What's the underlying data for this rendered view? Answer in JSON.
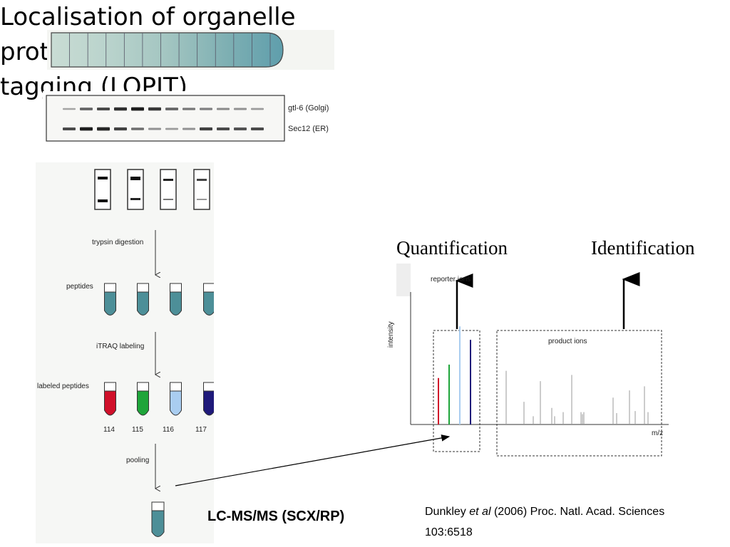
{
  "slide": {
    "title": "Localisation of organelle proteins using isotope tagging (LOPIT)"
  },
  "gradient": {
    "tube_segments": 13,
    "colors": [
      "#c9dcd4",
      "#b9d3cc",
      "#a3c5c1",
      "#7fb0b3",
      "#5f9eac"
    ]
  },
  "western_blot": {
    "bands": [
      {
        "label": "gtl-6 (Golgi)",
        "intensities": [
          0.2,
          0.55,
          0.7,
          0.85,
          0.95,
          0.8,
          0.55,
          0.45,
          0.4,
          0.35,
          0.3,
          0.25
        ]
      },
      {
        "label": "Sec12 (ER)",
        "intensities": [
          0.7,
          0.95,
          0.9,
          0.75,
          0.5,
          0.3,
          0.25,
          0.3,
          0.75,
          0.7,
          0.65,
          0.7
        ]
      }
    ]
  },
  "workflow": {
    "steps": {
      "digestion": "trypsin digestion",
      "itraq": "iTRAQ labeling",
      "pooling": "pooling"
    },
    "rows": {
      "peptides": "peptides",
      "labeled": "labeled peptides"
    },
    "tags": [
      {
        "label": "114",
        "color": "#d0102a"
      },
      {
        "label": "115",
        "color": "#1fa53a"
      },
      {
        "label": "116",
        "color": "#a9cdf0"
      },
      {
        "label": "117",
        "color": "#1f1a7a"
      }
    ],
    "peptide_color": "#4d8f98",
    "final_label": "LC-MS/MS (SCX/RP)"
  },
  "spectrum": {
    "quantification_label": "Quantification",
    "identification_label": "Identification",
    "reporter_label": "reporter ions",
    "product_label": "product ions",
    "y_axis_label": "intensity",
    "x_axis_label": "m/z",
    "reporter_peaks": [
      {
        "color": "#d0102a",
        "height": 0.45
      },
      {
        "color": "#1fa53a",
        "height": 0.58
      },
      {
        "color": "#a9cdf0",
        "height": 0.95
      },
      {
        "color": "#1f1a7a",
        "height": 0.82
      }
    ],
    "product_peaks": [
      0.52,
      0.22,
      0.08,
      0.42,
      0.16,
      0.08,
      0.12,
      0.48,
      0.12,
      0.1,
      0.12,
      0.26,
      0.11,
      0.33,
      0.13,
      0.37,
      0.12
    ]
  },
  "citation": {
    "author": "Dunkley",
    "etal": "et al",
    "rest": "(2006) Proc. Natl. Acad. Sciences",
    "volume": "103:6518"
  }
}
